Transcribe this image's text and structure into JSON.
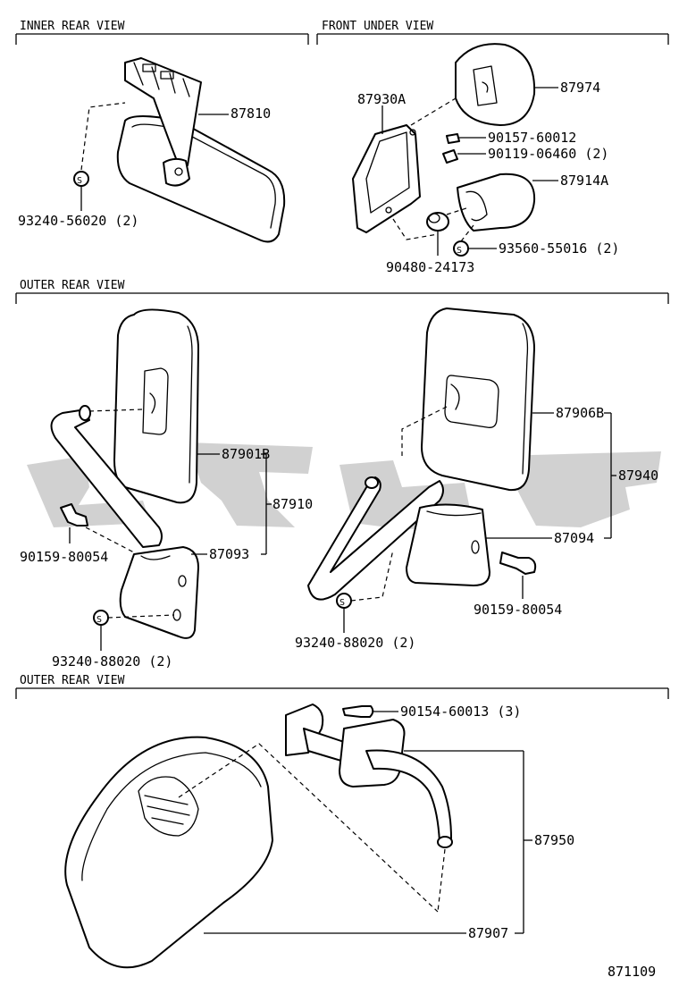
{
  "sections": {
    "inner_rear": "INNER REAR VIEW",
    "front_under": "FRONT UNDER VIEW",
    "outer_rear_1": "OUTER REAR VIEW",
    "outer_rear_2": "OUTER REAR VIEW"
  },
  "parts": {
    "p87810": "87810",
    "p93240_56020": "93240-56020 (2)",
    "p87930A": "87930A",
    "p87974": "87974",
    "p90157_60012": "90157-60012",
    "p90119_06460": "90119-06460 (2)",
    "p87914A": "87914A",
    "p93560_55016": "93560-55016 (2)",
    "p90480_24173": "90480-24173",
    "p87901B": "87901B",
    "p87910": "87910",
    "p90159_80054_l": "90159-80054",
    "p87093": "87093",
    "p93240_88020_l": "93240-88020 (2)",
    "p87906B": "87906B",
    "p87940": "87940",
    "p87094": "87094",
    "p90159_80054_r": "90159-80054",
    "p93240_88020_r": "93240-88020 (2)",
    "p90154_60013": "90154-60013 (3)",
    "p87950": "87950",
    "p87907": "87907"
  },
  "s_symbol": "S",
  "diagram_id": "871109",
  "icons": {
    "watermark": "watermark-logo-icon"
  }
}
